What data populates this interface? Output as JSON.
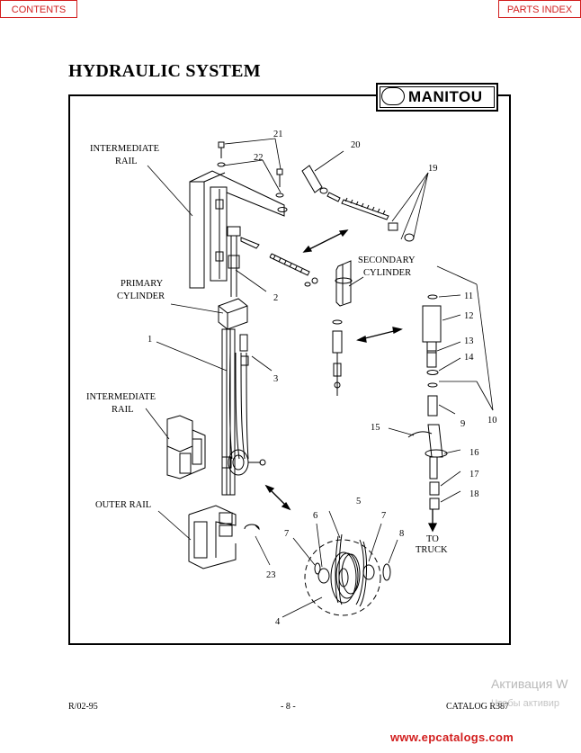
{
  "nav": {
    "contents_label": "CONTENTS",
    "parts_index_label": "PARTS INDEX"
  },
  "page": {
    "title": "HYDRAULIC SYSTEM",
    "brand": "MANITOU"
  },
  "diagram": {
    "labels": {
      "intermediate_rail_top": [
        "INTERMEDIATE",
        "RAIL"
      ],
      "primary_cylinder": [
        "PRIMARY",
        "CYLINDER"
      ],
      "intermediate_rail_mid": [
        "INTERMEDIATE",
        "RAIL"
      ],
      "outer_rail": "OUTER RAIL",
      "secondary_cylinder": [
        "SECONDARY",
        "CYLINDER"
      ],
      "to_truck": [
        "TO",
        "TRUCK"
      ]
    },
    "part_numbers": [
      "1",
      "2",
      "3",
      "4",
      "5",
      "6",
      "7",
      "7",
      "8",
      "9",
      "10",
      "11",
      "12",
      "13",
      "14",
      "15",
      "16",
      "17",
      "18",
      "19",
      "20",
      "21",
      "22",
      "23"
    ]
  },
  "footer": {
    "date": "R/02-95",
    "page": "- 8 -",
    "catalog": "CATALOG R387"
  },
  "overlay": {
    "activation_line1": "Активация W",
    "activation_line2": "Чтобы активир"
  },
  "site": "www.epcatalogs.com",
  "colors": {
    "accent": "#d21e1e"
  }
}
